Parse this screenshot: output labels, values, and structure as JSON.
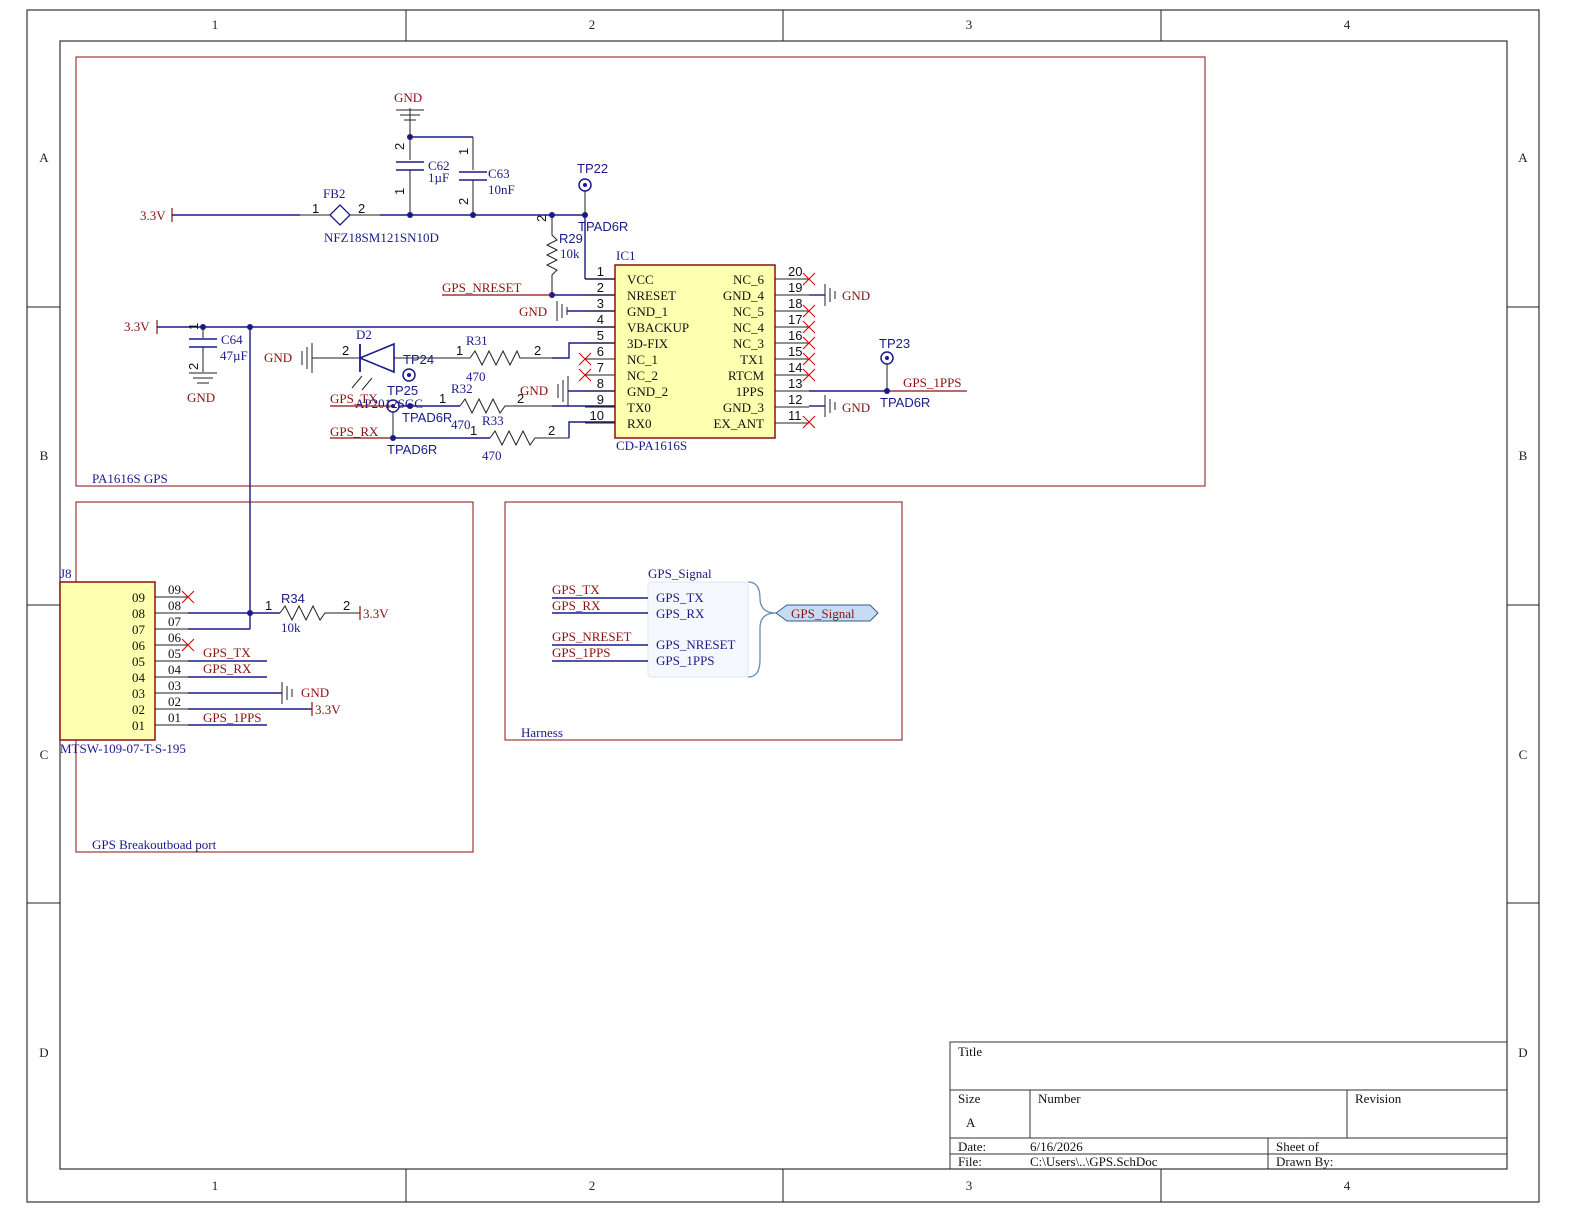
{
  "zones": {
    "cols": [
      "1",
      "2",
      "3",
      "4"
    ],
    "rows": [
      "A",
      "B",
      "C",
      "D"
    ]
  },
  "title_block": {
    "title_label": "Title",
    "size_label": "Size",
    "size_value": "A",
    "number_label": "Number",
    "revision_label": "Revision",
    "date_label": "Date:",
    "date_value": "6/16/2026",
    "sheet_label": "Sheet  of",
    "file_label": "File:",
    "file_value": "C:\\Users\\..\\GPS.SchDoc",
    "drawn_label": "Drawn By:"
  },
  "sections": {
    "gps": "PA1616S GPS",
    "breakout": "GPS Breakoutboad port",
    "harness": "Harness"
  },
  "nets": {
    "v33": "3.3V",
    "gnd": "GND",
    "nreset": "GPS_NRESET",
    "tx": "GPS_TX",
    "rx": "GPS_RX",
    "pps": "GPS_1PPS"
  },
  "parts": {
    "fb2": {
      "ref": "FB2",
      "value": "NFZ18SM121SN10D"
    },
    "c62": {
      "ref": "C62",
      "value": "1µF"
    },
    "c63": {
      "ref": "C63",
      "value": "10nF"
    },
    "c64": {
      "ref": "C64",
      "value": "47µF"
    },
    "r29": {
      "ref": "R29",
      "value": "10k"
    },
    "r31": {
      "ref": "R31",
      "value": "470"
    },
    "r32": {
      "ref": "R32",
      "value": "470"
    },
    "r33": {
      "ref": "R33",
      "value": "470"
    },
    "r34": {
      "ref": "R34",
      "value": "10k"
    },
    "d2": {
      "ref": "D2",
      "value": "AP2012SGC"
    },
    "tp22": {
      "ref": "TP22",
      "value": "TPAD6R"
    },
    "tp23": {
      "ref": "TP23",
      "value": "TPAD6R"
    },
    "tp24": {
      "ref": "TP24",
      "value": "TPAD6R"
    },
    "tp25": {
      "ref": "TP25",
      "value": "TPAD6R"
    },
    "ic1": {
      "ref": "IC1",
      "value": "CD-PA1616S"
    },
    "j8": {
      "ref": "J8",
      "value": "MTSW-109-07-T-S-195"
    }
  },
  "ic1_left": [
    {
      "num": "1",
      "name": "VCC"
    },
    {
      "num": "2",
      "name": "NRESET"
    },
    {
      "num": "3",
      "name": "GND_1"
    },
    {
      "num": "4",
      "name": "VBACKUP"
    },
    {
      "num": "5",
      "name": "3D-FIX"
    },
    {
      "num": "6",
      "name": "NC_1"
    },
    {
      "num": "7",
      "name": "NC_2"
    },
    {
      "num": "8",
      "name": "GND_2"
    },
    {
      "num": "9",
      "name": "TX0"
    },
    {
      "num": "10",
      "name": "RX0"
    }
  ],
  "ic1_right": [
    {
      "num": "20",
      "name": "NC_6"
    },
    {
      "num": "19",
      "name": "GND_4"
    },
    {
      "num": "18",
      "name": "NC_5"
    },
    {
      "num": "17",
      "name": "NC_4"
    },
    {
      "num": "16",
      "name": "NC_3"
    },
    {
      "num": "15",
      "name": "TX1"
    },
    {
      "num": "14",
      "name": "RTCM"
    },
    {
      "num": "13",
      "name": "1PPS"
    },
    {
      "num": "12",
      "name": "GND_3"
    },
    {
      "num": "11",
      "name": "EX_ANT"
    }
  ],
  "j8_pins": [
    "09",
    "08",
    "07",
    "06",
    "05",
    "04",
    "03",
    "02",
    "01"
  ],
  "harness": {
    "name": "GPS_Signal",
    "entries": [
      "GPS_TX",
      "GPS_RX",
      "GPS_NRESET",
      "GPS_1PPS"
    ],
    "port": "GPS_Signal"
  }
}
